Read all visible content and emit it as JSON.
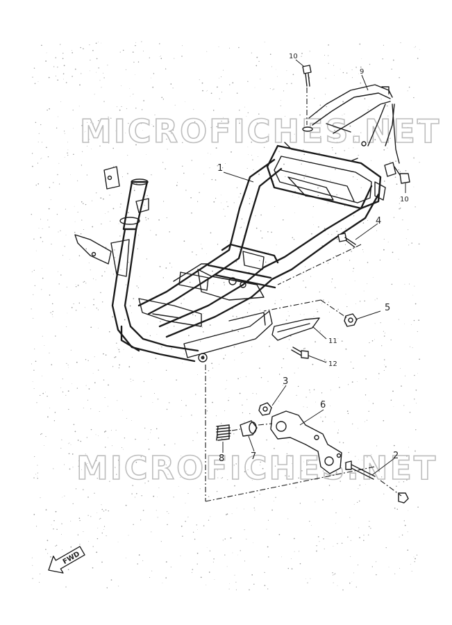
{
  "watermarks": [
    "MICROFICHES.NET",
    "MICROFICHES.NET"
  ],
  "callouts": {
    "c1": "1",
    "c2": "2",
    "c3": "3",
    "c4": "4",
    "c5": "5",
    "c6": "6",
    "c7": "7",
    "c8": "8",
    "c9": "9",
    "c10a": "10",
    "c10b": "10",
    "c11": "11",
    "c12": "12"
  },
  "direction_badge": "FWD"
}
